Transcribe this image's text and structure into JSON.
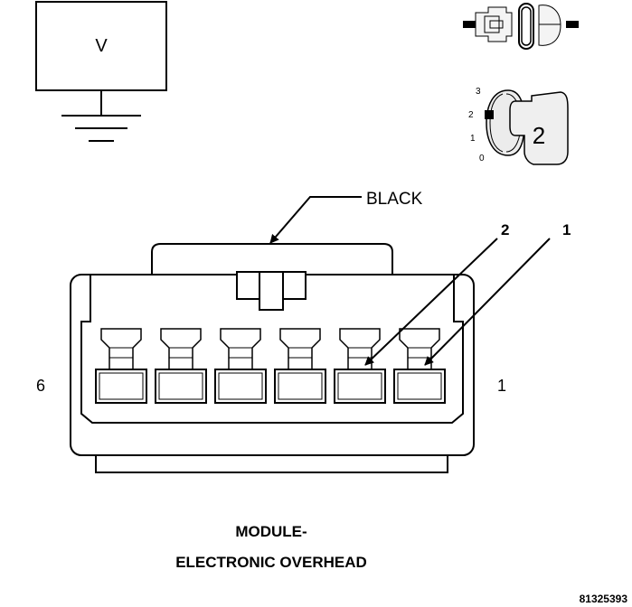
{
  "voltage_box": {
    "label": "V"
  },
  "position_scale": {
    "ticks": [
      "3",
      "2",
      "1",
      "0"
    ],
    "key_label": "2"
  },
  "connector": {
    "color_label": "BLACK",
    "callouts": [
      "2",
      "1"
    ],
    "left_pin_number": "6",
    "right_pin_number": "1",
    "cavity_count": 6
  },
  "caption": {
    "line1": "MODULE-",
    "line2": "ELECTRONIC OVERHEAD"
  },
  "figure_number": "81325393"
}
